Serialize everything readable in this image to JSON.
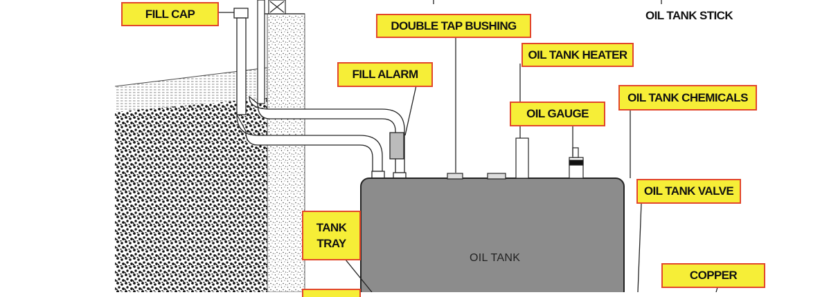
{
  "labels": {
    "fill_cap": "FILL CAP",
    "double_tap_bushing": "DOUBLE TAP BUSHING",
    "oil_tank_stick": "OIL TANK STICK",
    "oil_tank_heater": "OIL TANK HEATER",
    "fill_alarm": "FILL ALARM",
    "oil_tank_chemicals": "OIL TANK CHEMICALS",
    "oil_gauge": "OIL GAUGE",
    "oil_tank_valve": "OIL TANK VALVE",
    "tank_tray_line1": "TANK",
    "tank_tray_line2": "TRAY",
    "oil_tank": "OIL TANK",
    "copper": "COPPER"
  },
  "colors": {
    "callout_fill": "#f6ee37",
    "callout_border": "#e2452a",
    "tank_fill": "#8c8c8c",
    "line": "#222222"
  }
}
